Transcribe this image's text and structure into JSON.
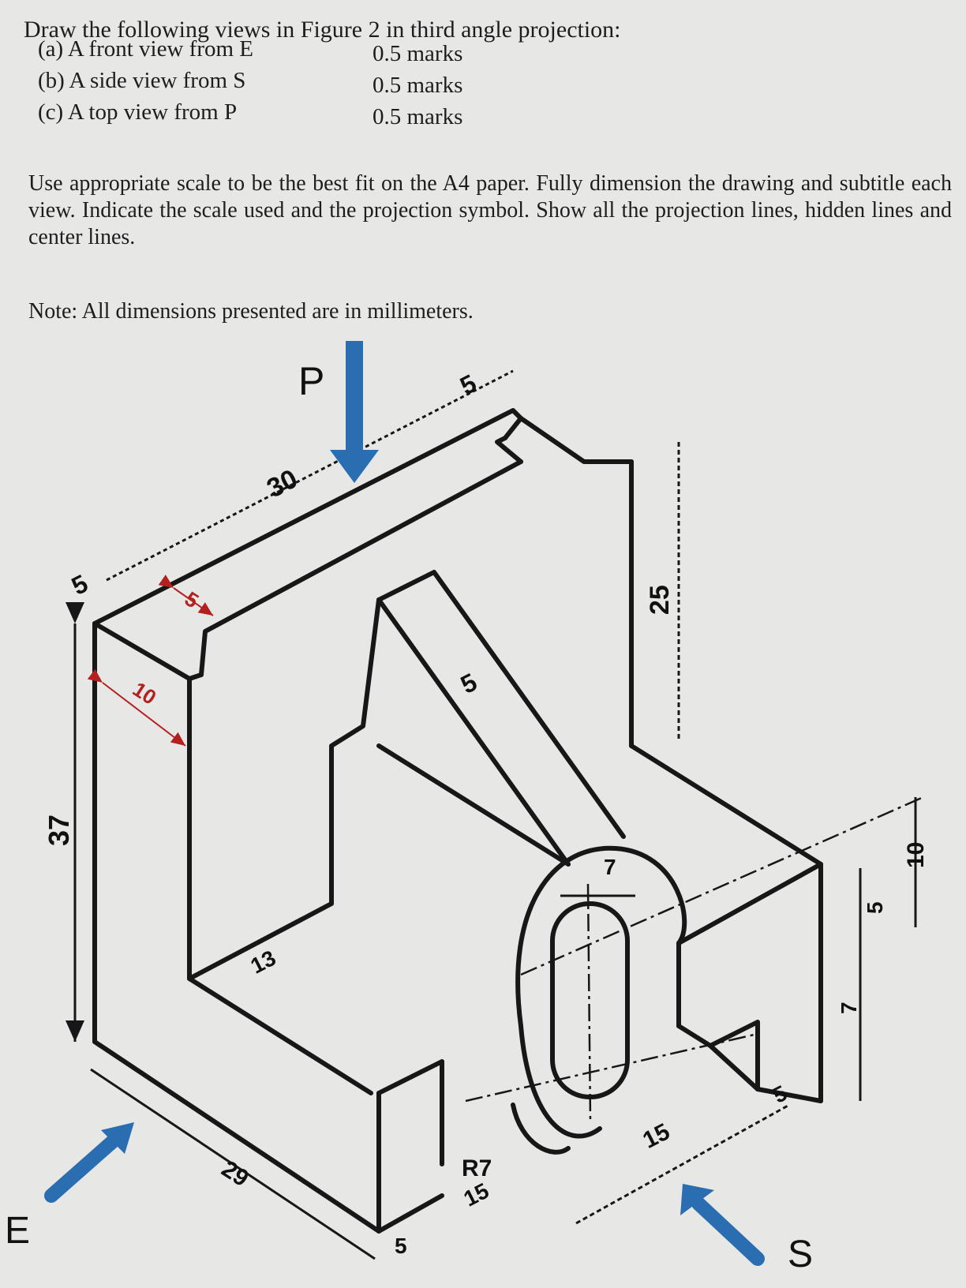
{
  "question": {
    "instruction": "Draw the following views in Figure 2 in third angle projection:",
    "parts": [
      {
        "label": "(a) A front view from E",
        "marks": "0.5 marks"
      },
      {
        "label": "(b) A side view from S",
        "marks": "0.5 marks"
      },
      {
        "label": "(c) A top view from P",
        "marks": "0.5 marks"
      }
    ],
    "paragraph": "Use appropriate scale to be the best fit on the A4 paper. Fully dimension the drawing and subtitle each view. Indicate the scale used and the projection symbol. Show all the projection lines, hidden lines and center lines.",
    "note": "Note: All dimensions presented are in millimeters."
  },
  "figure": {
    "view_labels": {
      "top": "P",
      "front": "E",
      "side": "S"
    },
    "dimensions": {
      "width_top": "30",
      "top_right_thickness": "5",
      "top_left_thickness": "5",
      "slot_offset": "5",
      "wall_thickness": "10",
      "overall_height": "37",
      "upright_height": "25",
      "rib_thickness": "5",
      "inner_depth": "13",
      "base_length": "29",
      "base_step": "5",
      "radius": "R7",
      "boss_offset": "15",
      "slot_width": "7",
      "base_right_length": "15",
      "base_right_step": "5",
      "height_right_1": "7",
      "height_right_2": "5",
      "height_right_3": "10"
    },
    "colors": {
      "arrow": "#2a6db0",
      "line": "#171717",
      "dim_red": "#b32020"
    }
  }
}
